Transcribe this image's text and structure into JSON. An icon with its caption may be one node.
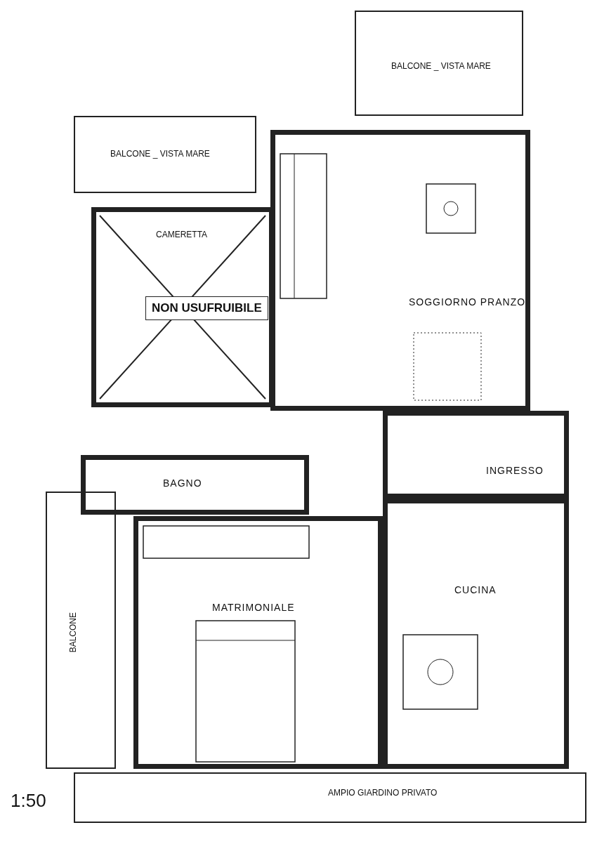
{
  "diagram": {
    "nodes": [
      {
        "text": [
          "BALCONE _ VISTA MARE"
        ]
      },
      {
        "text": [
          "BALCONE _ VISTA MARE"
        ]
      },
      {
        "text": [
          "CAMERETTA",
          "NON USUFRUIBILE"
        ]
      },
      {
        "text": [
          "SOGGIORNO PRANZO"
        ]
      },
      {
        "text": [
          "BAGNO"
        ]
      },
      {
        "text": [
          "INGRESSO"
        ]
      },
      {
        "text": [
          "CUCINA"
        ]
      },
      {
        "text": [
          "MATRIMONIALE"
        ]
      },
      {
        "text": [
          "BALCONE"
        ]
      },
      {
        "text": [
          "AMPIO GIARDINO PRIVATO"
        ]
      }
    ],
    "labels": [
      "1:50"
    ]
  }
}
